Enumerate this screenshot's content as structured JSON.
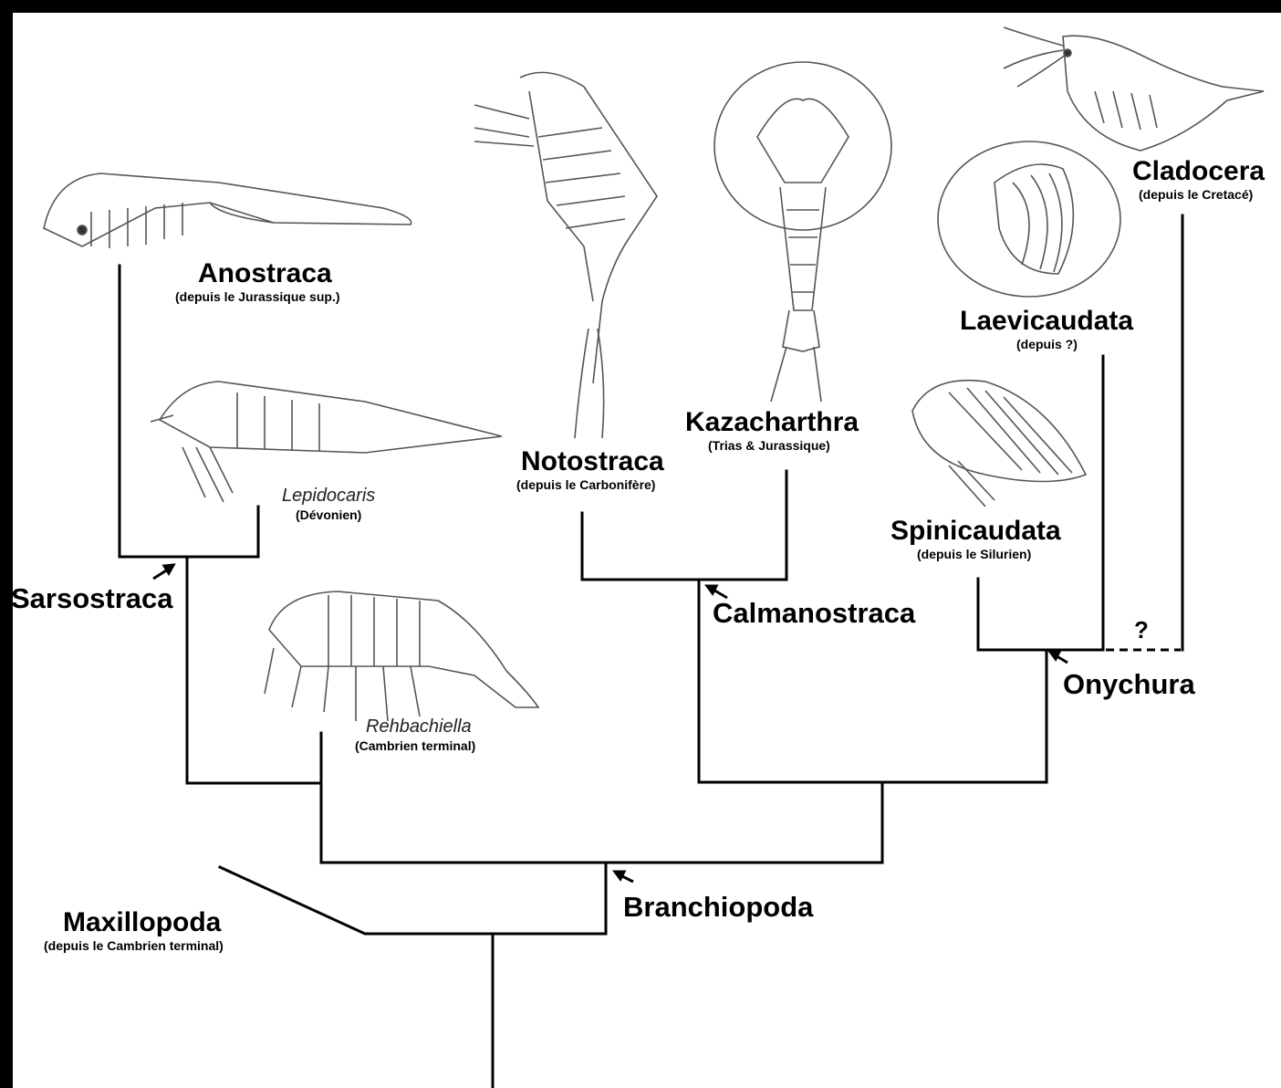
{
  "taxa": {
    "anostraca": {
      "name": "Anostraca",
      "range": "(depuis le Jurassique sup.)"
    },
    "lepidocaris": {
      "name": "Lepidocaris",
      "range": "(Dévonien)"
    },
    "rehbachiella": {
      "name": "Rehbachiella",
      "range": "(Cambrien terminal)"
    },
    "notostraca": {
      "name": "Notostraca",
      "range": "(depuis le Carbonifère)"
    },
    "kazacharthra": {
      "name": "Kazacharthra",
      "range": "(Trias & Jurassique)"
    },
    "spinicaudata": {
      "name": "Spinicaudata",
      "range": "(depuis le Silurien)"
    },
    "laevicaudata": {
      "name": "Laevicaudata",
      "range": "(depuis ?)"
    },
    "cladocera": {
      "name": "Cladocera",
      "range": "(depuis le Cretacé)"
    },
    "maxillopoda": {
      "name": "Maxillopoda",
      "range": "(depuis le Cambrien terminal)"
    }
  },
  "clades": {
    "sarsostraca": "Sarsostraca",
    "calmanostraca": "Calmanostraca",
    "onychura": "Onychura",
    "branchiopoda": "Branchiopoda"
  },
  "uncertain_marker": "?",
  "colors": {
    "line": "#000000",
    "sketch": "#555555",
    "frame": "#000000"
  }
}
